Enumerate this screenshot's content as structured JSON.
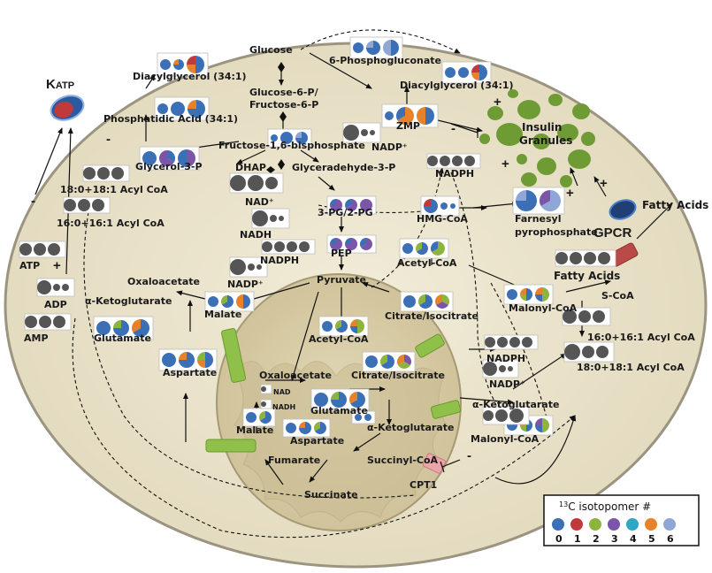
{
  "labels": {
    "katp": "K",
    "katp_sub": "ATP",
    "glucose": "Glucose",
    "phosphogluconate": "6-Phosphogluconate",
    "diacylglycerol_left": "Diacylglycerol (34:1)",
    "diacylglycerol_right": "Diacylglycerol (34:1)",
    "g6p_line1": "Glucose-6-P/",
    "g6p_line2": "Fructose-6-P",
    "phosphatidic": "Phosphatidic Acid (34:1)",
    "zmp": "ZMP",
    "f16bp": "Fructose-1,6-bisphosphate",
    "nadp_top": "NADP⁺",
    "insulin_line1": "Insulin",
    "insulin_line2": "Granules",
    "glycerol3p": "Glycerol-3-P",
    "dhap": "DHAP",
    "ga3p": "Glyceradehyde-3-P",
    "nadph_top": "NADPH",
    "acyl_181_left": "18:0+18:1 Acyl CoA",
    "acyl_161_left": "16:0+16:1 Acyl CoA",
    "nad_plus": "NAD⁺",
    "pg": "3-PG/2-PG",
    "hmgcoa": "HMG-CoA",
    "farnesyl_line1": "Farnesyl",
    "farnesyl_line2": "pyrophosphate",
    "fatty_acids_out": "Fatty Acids",
    "nadh": "NADH",
    "gpcr": "GPCR",
    "atp": "ATP",
    "pep": "PEP",
    "nadph_mid": "NADPH",
    "acetylcoa_cyt": "Acetyl-CoA",
    "fatty_acids_in": "Fatty Acids",
    "oxaloacetate_cyt": "Oxaloacetate",
    "adp": "ADP",
    "nadp_mid": "NADP⁺",
    "pyruvate": "Pyruvate",
    "scoa": "S-CoA",
    "malonylcoa_top": "Malonyl-CoA",
    "akg_cyt": "α-Ketoglutarate",
    "malate_cyt": "Malate",
    "citrate_cyt": "Citrate/Isocitrate",
    "amp": "AMP",
    "glutamate_cyt": "Glutamate",
    "acyl_161_right": "16:0+16:1 Acyl CoA",
    "acetylcoa_mit": "Acetyl-CoA",
    "nadph_right": "NADPH",
    "acyl_181_right": "18:0+18:1 Acyl CoA",
    "aspartate_cyt": "Aspartate",
    "oxaloacetate_mit": "Oxaloacetate",
    "citrate_mit": "Citrate/Isocitrate",
    "nadp_right": "NADP⁺",
    "nad_mit": "NAD",
    "nadh_mit": "NADH",
    "glutamate_mit": "Glutamate",
    "akg_right": "α-Ketoglutarate",
    "malate_mit": "Malate",
    "aspartate_mit": "Aspartate",
    "akg_mit": "α-Ketoglutarate",
    "malonylcoa_bottom": "Malonyl-CoA",
    "fumarate": "Fumarate",
    "succinylcoa": "Succinyl-CoA",
    "cpt1": "CPT1",
    "succinate": "Succinate",
    "minus": "-",
    "plus": "+"
  },
  "legend": {
    "title_sup": "13",
    "title_rest": "C isotopomer #",
    "items": [
      {
        "num": "0",
        "color": "#3b6fb6"
      },
      {
        "num": "1",
        "color": "#c0393b"
      },
      {
        "num": "2",
        "color": "#8db43e"
      },
      {
        "num": "3",
        "color": "#7a55a8"
      },
      {
        "num": "4",
        "color": "#2fa6c2"
      },
      {
        "num": "5",
        "color": "#e5822a"
      },
      {
        "num": "6",
        "color": "#8fa6d6"
      }
    ]
  },
  "colors": {
    "cell_fill": "#ece5cf",
    "cell_border": "#9a9480",
    "mito_fill": "#d8ceae",
    "mito_inner": "#c8bc96",
    "granule": "#6f9b35",
    "transporter_green": "#8fc04a",
    "gpcr_red": "#b94a48",
    "cpt1_pink": "#eaa5aa",
    "katp_blue": "#2c5aa0",
    "katp_red": "#c0393b",
    "gray_circle": "#555555",
    "pie_base": "#3b6fb6",
    "pie_gray_outline": "#b8b8b8"
  }
}
